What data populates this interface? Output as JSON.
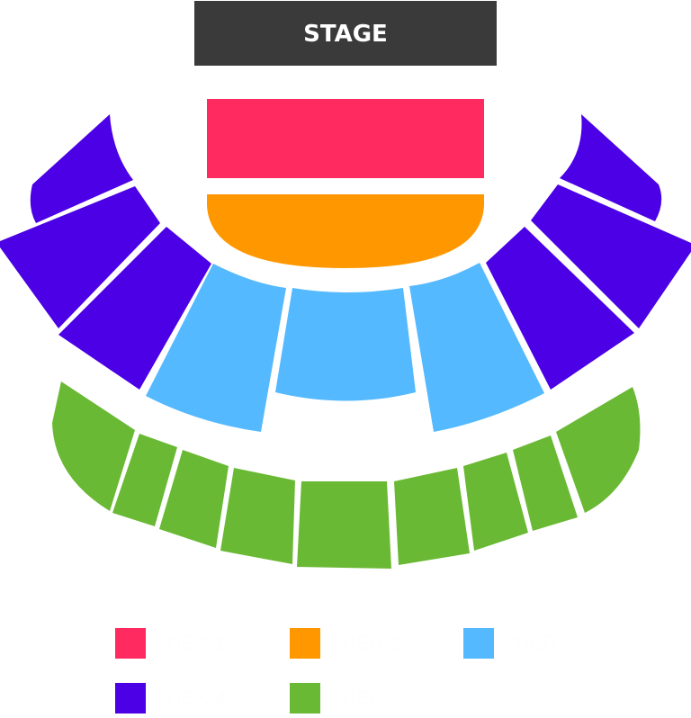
{
  "stage": {
    "label": "STAGE",
    "color": "#3a3a3a"
  },
  "colors": {
    "tier1": "#FF2A5F",
    "tier2": "#FF9800",
    "tier3": "#55B9FF",
    "tier4": "#4B00E6",
    "tier5": "#6AB934"
  },
  "legend": [
    {
      "label": "TIER 1",
      "color": "#FF2A5F"
    },
    {
      "label": "TIER 2",
      "color": "#FF9800"
    },
    {
      "label": "TIER 3",
      "color": "#55B9FF"
    },
    {
      "label": "TIER 4",
      "color": "#4B00E6"
    },
    {
      "label": "TIER 5",
      "color": "#6AB934"
    }
  ]
}
